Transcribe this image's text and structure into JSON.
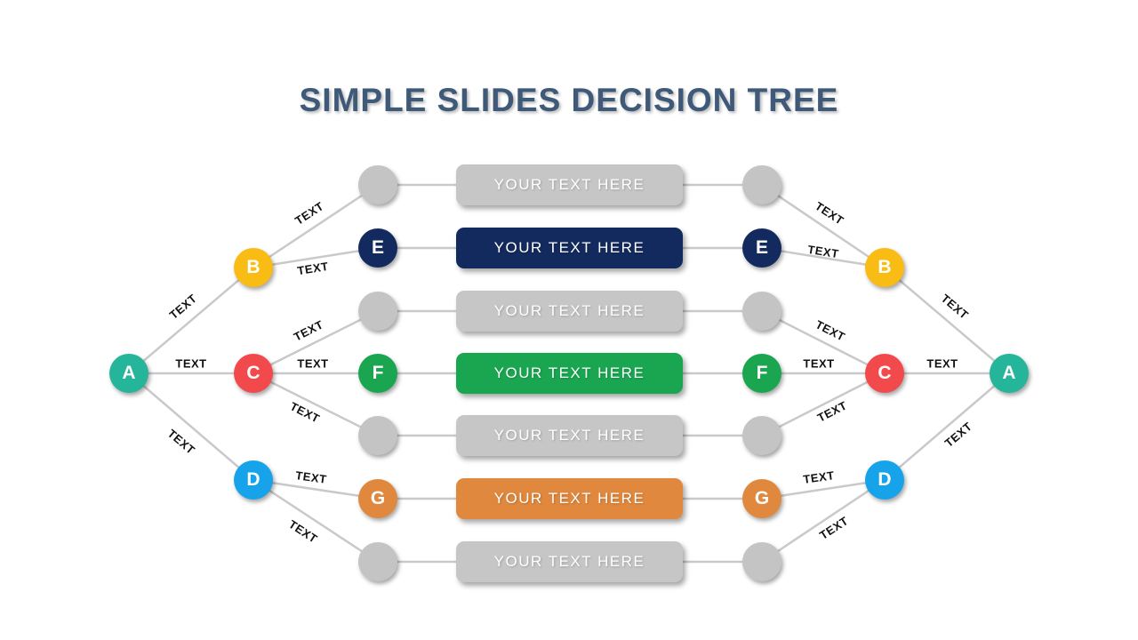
{
  "title": "SIMPLE SLIDES DECISION TREE",
  "edge_label": "TEXT",
  "node_labels": {
    "a": "A",
    "b": "B",
    "c": "C",
    "d": "D",
    "e": "E",
    "f": "F",
    "g": "G"
  },
  "bars": [
    {
      "text": "YOUR TEXT HERE",
      "color": "gray"
    },
    {
      "text": "YOUR TEXT HERE",
      "color": "navy"
    },
    {
      "text": "YOUR TEXT HERE",
      "color": "gray"
    },
    {
      "text": "YOUR TEXT HERE",
      "color": "green"
    },
    {
      "text": "YOUR TEXT HERE",
      "color": "gray"
    },
    {
      "text": "YOUR TEXT HERE",
      "color": "orange"
    },
    {
      "text": "YOUR TEXT HERE",
      "color": "gray"
    }
  ],
  "colors": {
    "teal": "#25b59a",
    "yellow": "#f9bc15",
    "red": "#f2494d",
    "blue": "#17a3e9",
    "navy": "#132a5e",
    "green": "#1aa651",
    "orange": "#e0883d",
    "gray": "#c4c4c4",
    "line": "#c9c9c9",
    "title_text": "#3e5a78"
  }
}
